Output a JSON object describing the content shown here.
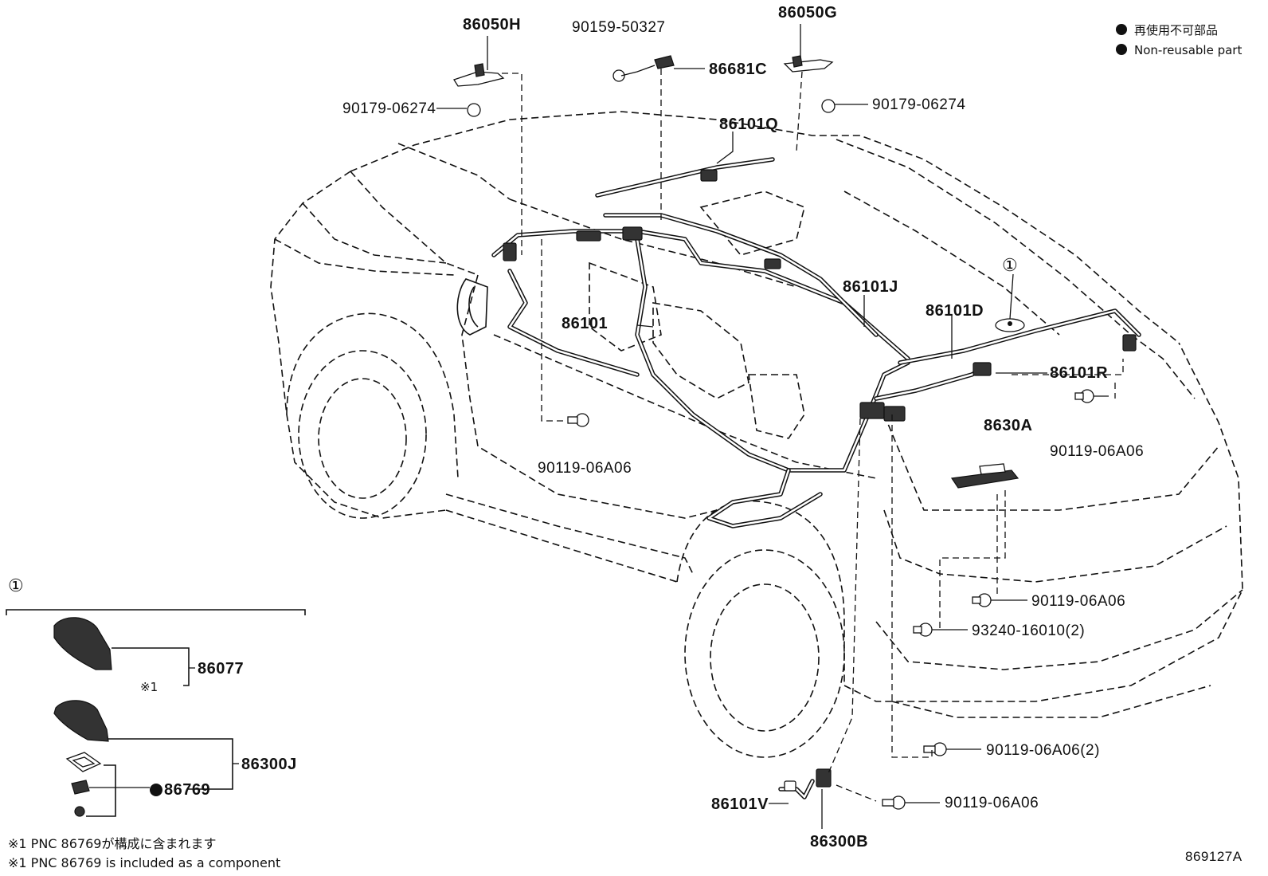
{
  "legend": {
    "jp": "再使用不可部品",
    "en": "Non-reusable part"
  },
  "callout_symbol": "①",
  "parts": {
    "p86050H": "86050H",
    "p90159_50327": "90159-50327",
    "p86050G": "86050G",
    "p86681C": "86681C",
    "p90179_left": "90179-06274",
    "p90179_right": "90179-06274",
    "p86101Q": "86101Q",
    "p86101J": "86101J",
    "p86101": "86101",
    "p86101D": "86101D",
    "p86101R": "86101R",
    "p8630A": "8630A",
    "p90119_left": "90119-06A06",
    "p90119_right": "90119-06A06",
    "p90119_mid": "90119-06A06",
    "p93240": "93240-16010(2)",
    "p90119_two": "90119-06A06(2)",
    "p90119_bottom": "90119-06A06",
    "p86101V": "86101V",
    "p86300B": "86300B",
    "p86077": "86077",
    "p86300J": "86300J",
    "p86769": "86769"
  },
  "note_mark": "※1",
  "notes": {
    "jp": "※1 PNC 86769が構成に含まれます",
    "en": "※1 PNC 86769 is included as a component"
  },
  "diagram_id": "869127A"
}
